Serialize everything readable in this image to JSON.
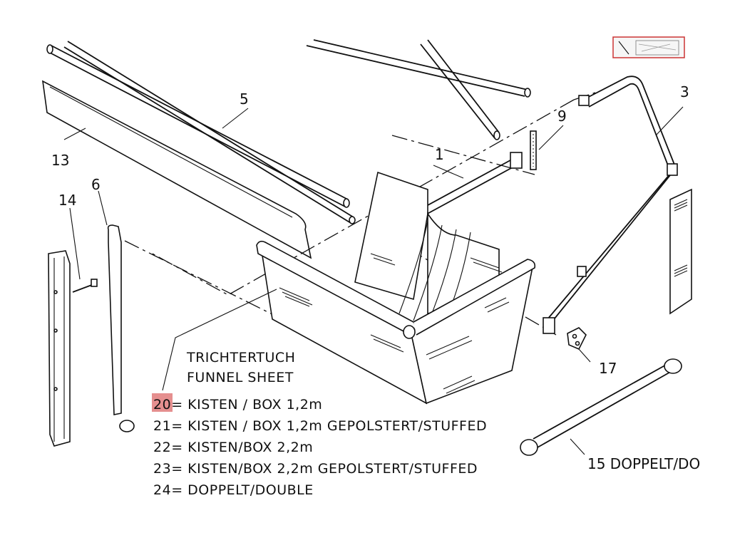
{
  "labels": {
    "p1": "1",
    "p3": "3",
    "p5": "5",
    "p6": "6",
    "p9": "9",
    "p13": "13",
    "p14": "14",
    "p15": "15 DOPPELT/DO",
    "p17": "17"
  },
  "title_de": "TRICHTERTUCH",
  "title_en": "FUNNEL SHEET",
  "legend": [
    {
      "number": "20",
      "text": "= KISTEN / BOX 1,2m",
      "highlighted": true
    },
    {
      "number": "21",
      "text": "= KISTEN / BOX 1,2m GEPOLSTERT/STUFFED",
      "highlighted": false
    },
    {
      "number": "22",
      "text": "= KISTEN/BOX 2,2m",
      "highlighted": false
    },
    {
      "number": "23",
      "text": "= KISTEN/BOX 2,2m GEPOLSTERT/STUFFED",
      "highlighted": false
    },
    {
      "number": "24",
      "text": "= DOPPELT/DOUBLE",
      "highlighted": false
    }
  ],
  "colors": {
    "highlight": "#e58f8f",
    "thumbnail_border": "#cc3333"
  }
}
